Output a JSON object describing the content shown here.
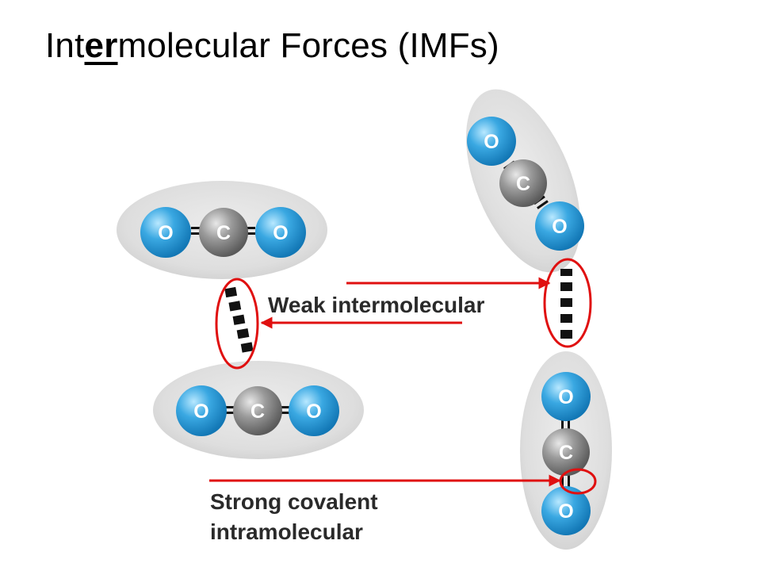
{
  "title": {
    "prefix": "Int",
    "emphasis": "er",
    "suffix": "molecular  Forces (IMFs)"
  },
  "diagram": {
    "atom_labels": {
      "oxygen": "O",
      "carbon": "C"
    },
    "labels": {
      "weak": "Weak intermolecular",
      "strong_line1": "Strong covalent",
      "strong_line2": "intramolecular"
    },
    "colors": {
      "oxygen": "#2ea0dc",
      "carbon": "#8c8c8c",
      "halo": "#dcdcdc",
      "highlight": "#e01010",
      "bond": "#111111"
    }
  }
}
